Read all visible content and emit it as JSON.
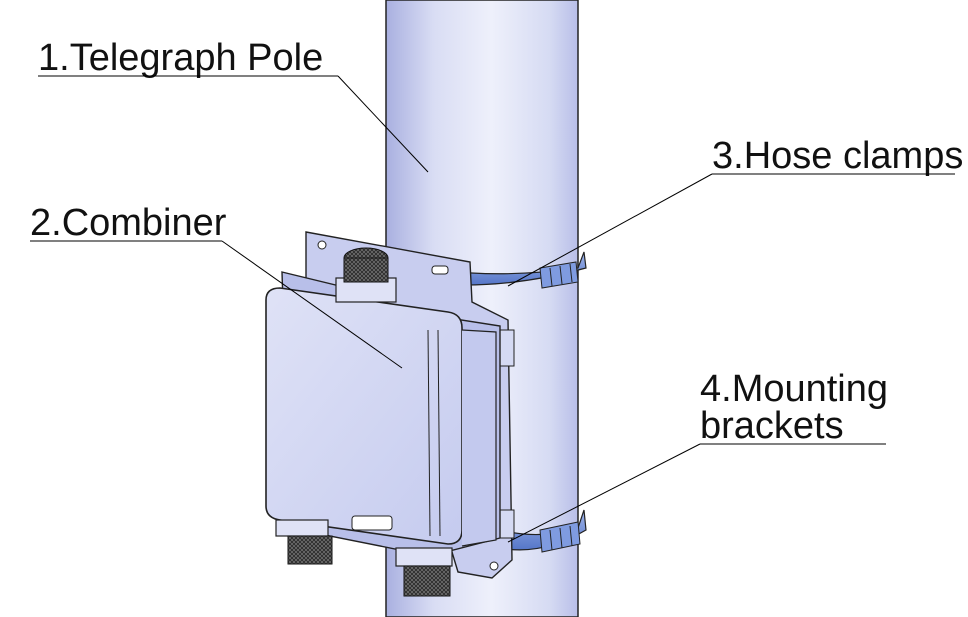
{
  "labels": {
    "pole": "1.Telegraph Pole",
    "combiner": "2.Combiner",
    "clamps": "3.Hose clamps",
    "brackets_line1": "4.Mounting",
    "brackets_line2": "brackets"
  },
  "colors": {
    "pole": "#d4d9f2",
    "combiner": "#cfd4f0",
    "clamp": "#6f8fd8",
    "connector": "#222222",
    "line": "#000000"
  }
}
